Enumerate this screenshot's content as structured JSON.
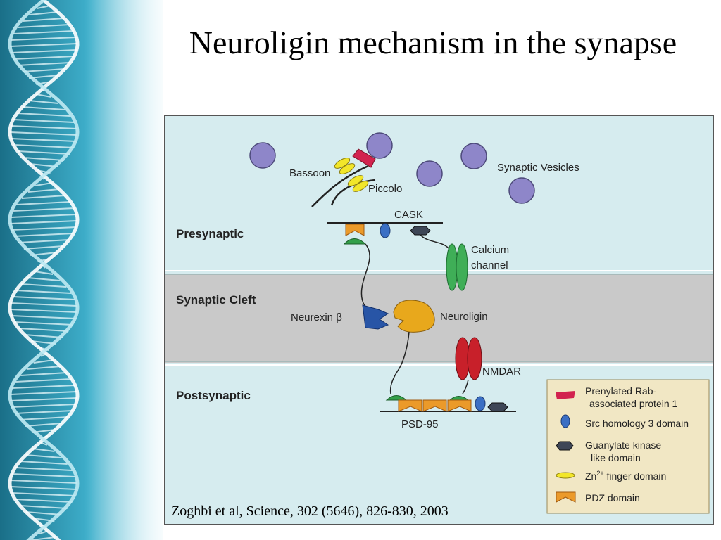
{
  "slide": {
    "title": "Neuroligin mechanism in the synapse",
    "citation": "Zoghbi et al, Science, 302 (5646), 826-830, 2003"
  },
  "diagram": {
    "regions": {
      "presynaptic": "Presynaptic",
      "cleft": "Synaptic Cleft",
      "postsynaptic": "Postsynaptic"
    },
    "labels": {
      "bassoon": "Bassoon",
      "piccolo": "Piccolo",
      "synaptic_vesicles": "Synaptic Vesicles",
      "cask": "CASK",
      "calcium_1": "Calcium",
      "calcium_2": "channel",
      "neurexin": "Neurexin β",
      "neuroligin": "Neuroligin",
      "nmdar": "NMDAR",
      "psd95": "PSD-95"
    },
    "legend": {
      "rab_1": "Prenylated Rab-",
      "rab_2": "associated protein 1",
      "sh3": "Src homology 3 domain",
      "guk_1": "Guanylate kinase–",
      "guk_2": "like domain",
      "zn_base": "Zn",
      "zn_sup": "2+",
      "zn_rest": " finger domain",
      "pdz": "PDZ domain"
    },
    "colors": {
      "presynaptic_bg": "#d6ecef",
      "cleft_bg": "#c9c9c9",
      "vesicle": "#8e86c9",
      "rab": "#d2234f",
      "zn_finger": "#f2e62a",
      "sh3": "#3b6fc4",
      "guk": "#3e4656",
      "pdz": "#eb9a2a",
      "calcium_channel": "#3fae57",
      "nmdar": "#c8202a",
      "neurexin": "#2855a6",
      "neuroligin": "#e8a81c",
      "legend_bg": "#f1e7c4"
    }
  }
}
